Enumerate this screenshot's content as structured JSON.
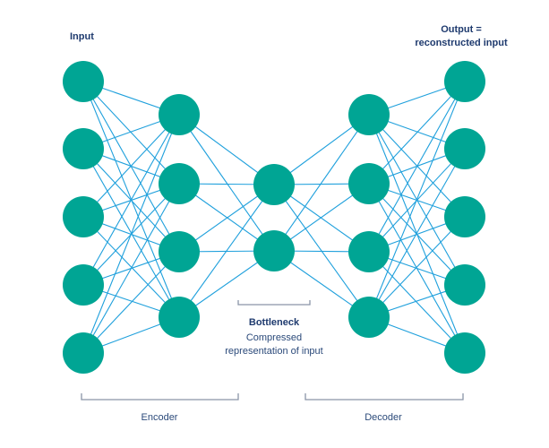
{
  "title": "Autoencoder neural network diagram",
  "labels": {
    "input": "Input",
    "output_line1": "Output =",
    "output_line2": "reconstructed input",
    "bottleneck_title": "Bottleneck",
    "bottleneck_desc_line1": "Compressed",
    "bottleneck_desc_line2": "representation of input",
    "encoder": "Encoder",
    "decoder": "Decoder"
  },
  "colors": {
    "node": "#00a594",
    "edge": "#1fa0dc",
    "text": "#1e3a6e",
    "bracket": "#8a95a8"
  },
  "network": {
    "layers": [
      {
        "name": "input",
        "nodes": 5
      },
      {
        "name": "encoder-hidden",
        "nodes": 4
      },
      {
        "name": "bottleneck",
        "nodes": 2
      },
      {
        "name": "decoder-hidden",
        "nodes": 4
      },
      {
        "name": "output",
        "nodes": 5
      }
    ],
    "connectivity": "fully-connected between adjacent layers"
  },
  "groups": [
    {
      "name": "Encoder",
      "from_layer": 0,
      "to_layer": 1
    },
    {
      "name": "Bottleneck",
      "from_layer": 2,
      "to_layer": 2
    },
    {
      "name": "Decoder",
      "from_layer": 3,
      "to_layer": 4
    }
  ]
}
